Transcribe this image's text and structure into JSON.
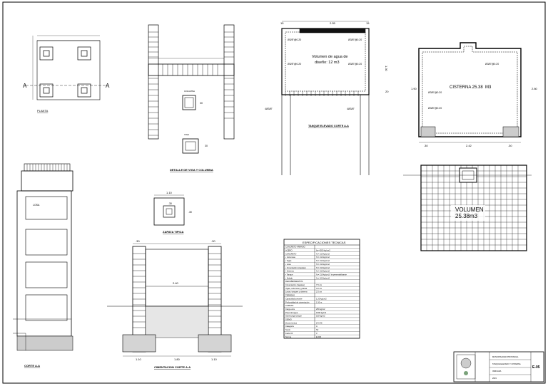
{
  "views": {
    "planta": {
      "title": "PLANTA",
      "section_mark_left": "A",
      "section_mark_right": "A"
    },
    "viga_columna": {
      "title": "DETALLE DE VIGA Y COLUMNA",
      "col_label_1": "COLUMNA",
      "col_label_2": "VIGA",
      "dim_30": "30",
      "dim_30b": "30"
    },
    "tanque": {
      "title": "TANQUE ELEVADO CORTE A-A",
      "dim_top_left": "15",
      "dim_top_mid": "2.55",
      "dim_top_right": "15",
      "dim_right": "1.30",
      "dim_right_b": "20",
      "volume_line1": "Volumen de agua de",
      "volume_line2": "diseño: 12 m3",
      "rebar_1": "Ø3/8\"@0.20",
      "rebar_2": "Ø3/8\"@0.20",
      "rebar_3": "Ø3/8\"@0.20",
      "rebar_4": "Ø3/8\"@0.20",
      "level_left": "4Ø3/8\"",
      "level_right": "4Ø3/8\""
    },
    "cisterna": {
      "label": "CISTERNA 25.38",
      "label_unit": "M3",
      "rebar_1": "Ø3/8\"@0.20",
      "rebar_2": "Ø3/8\"@0.20",
      "rebar_3": "Ø3/8\"@0.20",
      "dim_left": "1.90",
      "dim_right": "2.80",
      "dim_b1": ".30",
      "dim_b2": "2.42",
      "dim_b3": ".30"
    },
    "volumen": {
      "line1": "VOLUMEN",
      "line2": "25.38m3"
    },
    "corte": {
      "title": "CORTE A-A",
      "roof_label": "LOSA"
    },
    "zapata": {
      "title": "ZAPATA TIPICA",
      "dim_top": "1.10",
      "dim_inner": ".30",
      "dim_right": ".30"
    },
    "cimentacion": {
      "title": "CIMENTACION CORTE A-A",
      "dim_top_left": ".30",
      "dim_top_right": ".30",
      "dim_mid": "2.40",
      "dim_b1": "1.10",
      "dim_b2": "1.80",
      "dim_b3": "1.10"
    }
  },
  "specs": {
    "title": "ESPECIFICACIONES TECNICAS",
    "rows": [
      [
        "CONCRETO ARMADO",
        ""
      ],
      [
        "ACERO",
        "fy= 4200 kg/cm2"
      ],
      [
        "CONCRETO",
        "f'c= 210 kg/cm2"
      ],
      [
        "• Columnas",
        "f'c= 210 kg/cm2"
      ],
      [
        "• Vigas",
        "f'c= 210 kg/cm2"
      ],
      [
        "• Losa",
        "f'c= 210 kg/cm2"
      ],
      [
        "• Cimentación (zapatas)",
        "f'c= 210 kg/cm2"
      ],
      [
        "• Cisterna",
        "f'c= 210 kg/cm2"
      ],
      [
        "• Tanque",
        "f'c= 210 kg/cm2 / impermeabilizante"
      ],
      [
        "• Solado",
        "f'c= 100 kg/cm2"
      ],
      [
        "RECUBRIMIENTOS",
        ""
      ],
      [
        "Cimentación (zapatas)",
        "7.5 cm"
      ],
      [
        "Vigas, columnas y placas",
        "4.0 cm"
      ],
      [
        "Losas, tanques y cisterna",
        "2.5 cm"
      ],
      [
        "TERRENO",
        ""
      ],
      [
        "Capacidad portante",
        "1.20 kg/cm2"
      ],
      [
        "Profundidad de cimentación",
        "1.50 m"
      ],
      [
        "CARGAS",
        ""
      ],
      [
        "Carga viva",
        "250 kg/m2"
      ],
      [
        "Peso del agua",
        "1000 kg/m3"
      ],
      [
        "Sobrecarga tanque",
        "150 kg/m2"
      ],
      [
        "SISMO",
        ""
      ],
      [
        "Zona sísmica",
        "Z=0.45"
      ],
      [
        "Categoría",
        "A"
      ],
      [
        "Suelo",
        "S2"
      ],
      [
        "Factor R",
        "3"
      ],
      [
        "Norma",
        "E.030"
      ]
    ]
  },
  "title_block": {
    "entity": "MUNICIPALIDAD PROVINCIAL",
    "project": "TANQUE ELEVADO Y CISTERNA",
    "sheet_code": "E-05",
    "scale": "INDICADA",
    "date": "2019"
  }
}
